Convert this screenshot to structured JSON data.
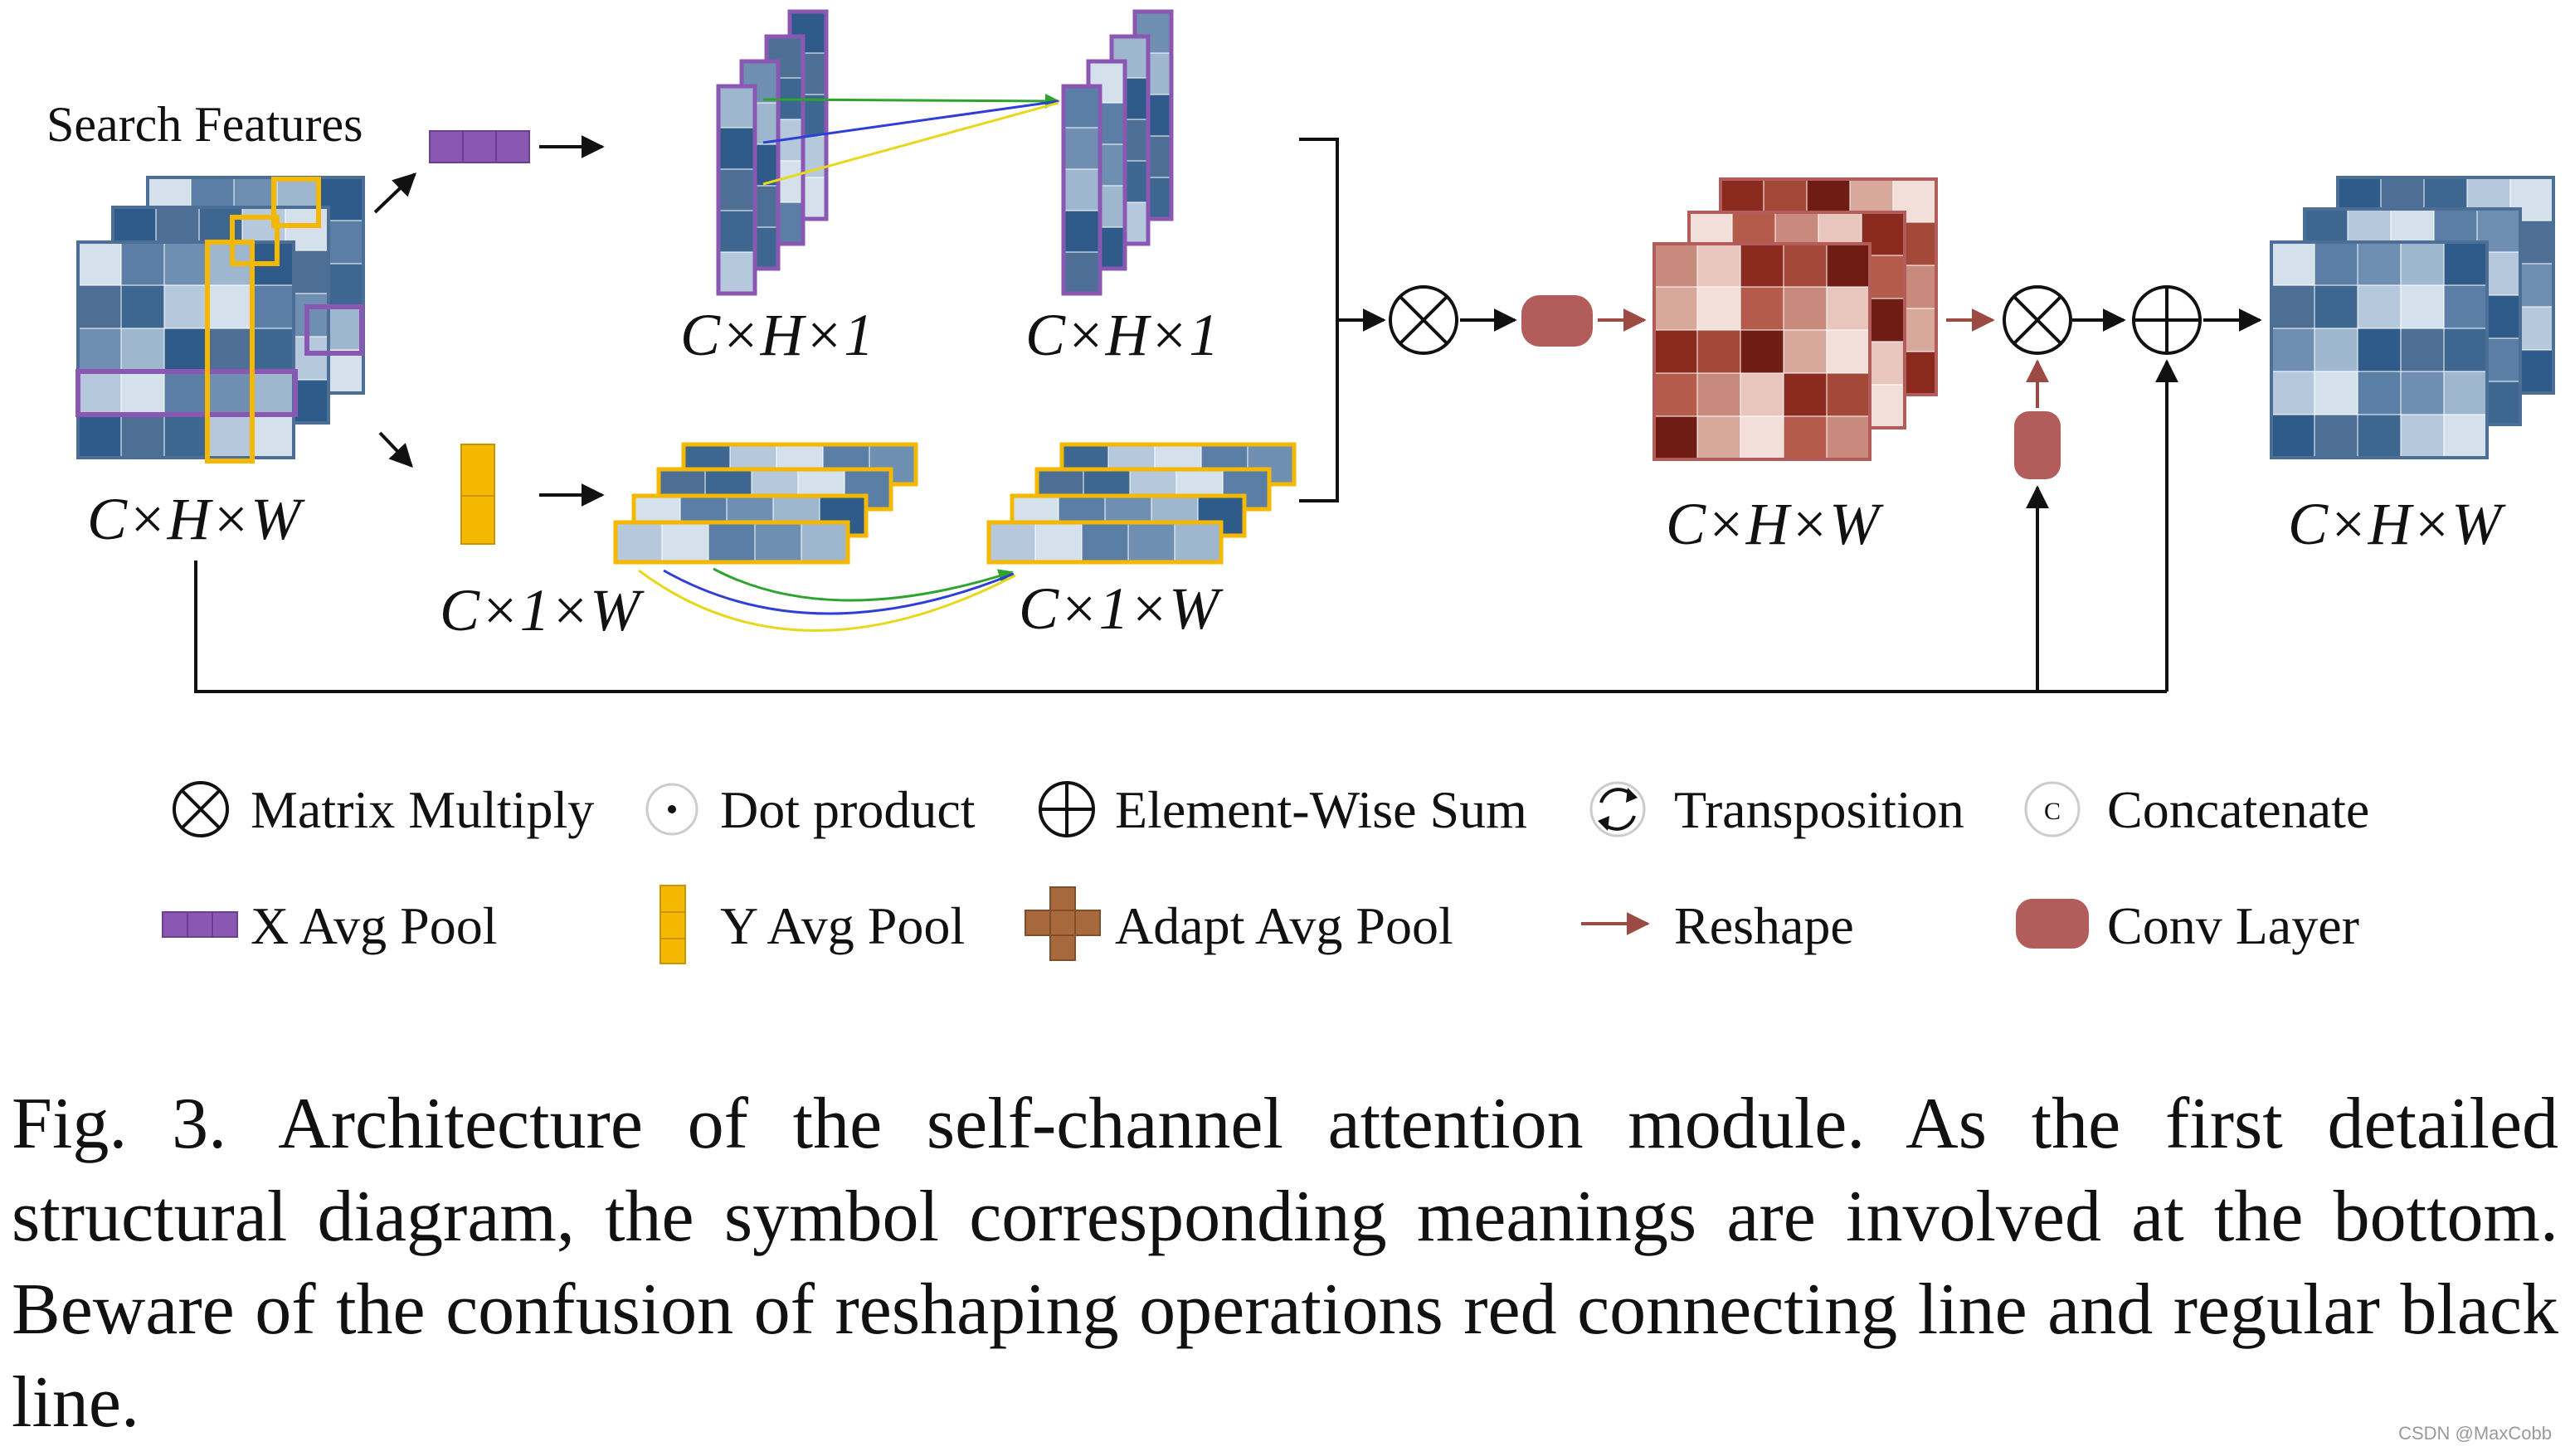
{
  "diagram": {
    "search_features_label": "Search Features",
    "input_dim": "C×H×W",
    "x_branch_dim_1": "C×H×1",
    "x_branch_dim_2": "C×H×1",
    "y_branch_dim_1": "C×1×W",
    "y_branch_dim_2": "C×1×W",
    "attention_dim": "C×H×W",
    "output_dim": "C×H×W",
    "colors": {
      "blue_feature": "#4d6f96",
      "red_feature": "#8b2a1e",
      "x_pool": "#8a57b3",
      "y_pool": "#f5b800",
      "adapt_pool": "#a86a3d",
      "conv": "#b25c5c",
      "reshape_arrow": "#9b4a44",
      "relation_green": "#2ea32e",
      "relation_blue": "#2d3fd6",
      "relation_yellow": "#e8d81c"
    }
  },
  "legend": {
    "row1": [
      {
        "icon": "matrix-multiply-icon",
        "label": "Matrix Multiply"
      },
      {
        "icon": "dot-product-icon",
        "label": "Dot product"
      },
      {
        "icon": "element-wise-sum-icon",
        "label": "Element-Wise Sum"
      },
      {
        "icon": "transposition-icon",
        "label": "Transposition"
      },
      {
        "icon": "concatenate-icon",
        "label": "Concatenate",
        "icon_text": "C"
      }
    ],
    "row2": [
      {
        "icon": "x-avg-pool-icon",
        "label": "X Avg Pool"
      },
      {
        "icon": "y-avg-pool-icon",
        "label": "Y Avg Pool"
      },
      {
        "icon": "adapt-avg-pool-icon",
        "label": "Adapt Avg Pool"
      },
      {
        "icon": "reshape-arrow-icon",
        "label": "Reshape"
      },
      {
        "icon": "conv-layer-icon",
        "label": "Conv Layer"
      }
    ]
  },
  "caption": {
    "fig": "Fig. 3.",
    "text": "Architecture of the self-channel attention module. As the first detailed structural diagram, the symbol corresponding meanings are involved at the bottom. Beware of the confusion of reshaping operations red connecting line and regular black line."
  },
  "watermark": "CSDN @MaxCobb"
}
